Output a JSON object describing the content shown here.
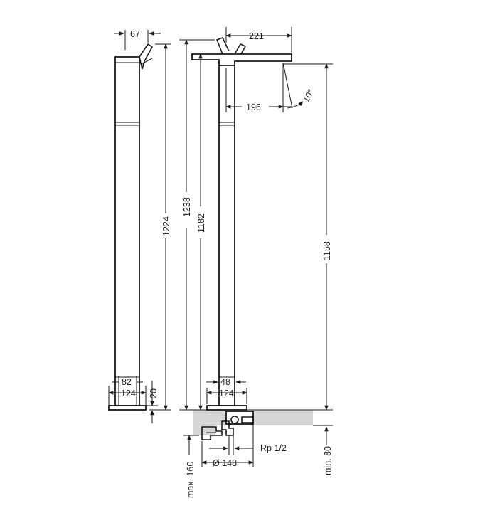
{
  "dimensions": {
    "handle_depth": "67",
    "spout_length_top": "221",
    "spout_reach": "196",
    "spout_angle": "10°",
    "side_total_height": "1224",
    "total_height": "1238",
    "body_height": "1182",
    "outlet_height": "1158",
    "base_inner_width": "82",
    "base_width_side": "124",
    "base_plate_height": "20",
    "column_width": "48",
    "base_width_front": "124",
    "thread": "Rp 1/2",
    "mount_diameter": "Ø 148",
    "max_depth": "max. 160",
    "min_depth": "min. 80"
  },
  "colors": {
    "line": "#1a1a1a",
    "floor": "#d6d6d6",
    "background": "#ffffff"
  }
}
